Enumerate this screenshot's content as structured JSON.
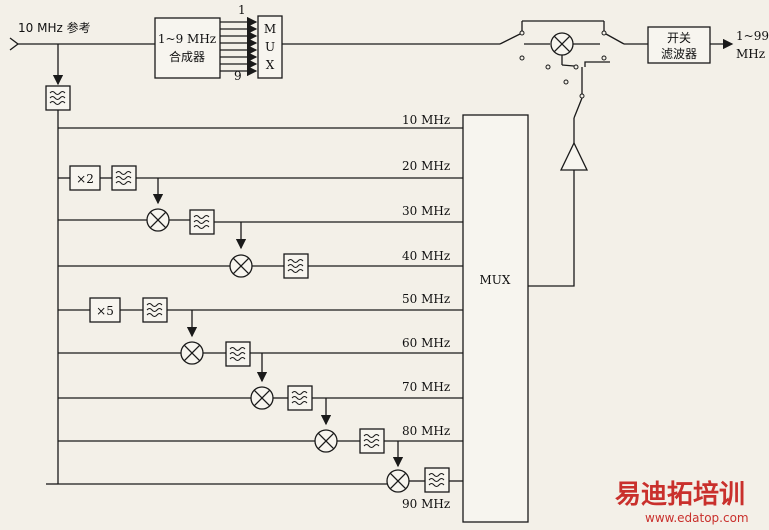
{
  "input": {
    "label": "10 MHz 参考"
  },
  "synth": {
    "line1": "1~9 MHz",
    "line2": "合成器",
    "out_first": "1",
    "out_last": "9"
  },
  "mux_small": {
    "letters": [
      "M",
      "U",
      "X"
    ]
  },
  "mux_large": {
    "label": "MUX"
  },
  "switch_filter": {
    "line1": "开关",
    "line2": "滤波器"
  },
  "output": {
    "line1": "1~99",
    "line2": "MHz"
  },
  "multipliers": {
    "x2": "×2",
    "x5": "×5"
  },
  "freqs": [
    "10 MHz",
    "20 MHz",
    "30 MHz",
    "40 MHz",
    "50 MHz",
    "60 MHz",
    "70 MHz",
    "80 MHz",
    "90 MHz"
  ],
  "watermark": {
    "title": "易迪拓培训",
    "url": "www.edatop.com"
  },
  "colors": {
    "line": "#1a1a1a",
    "paper": "#f3f0e8",
    "watermark": "#c9302c"
  }
}
